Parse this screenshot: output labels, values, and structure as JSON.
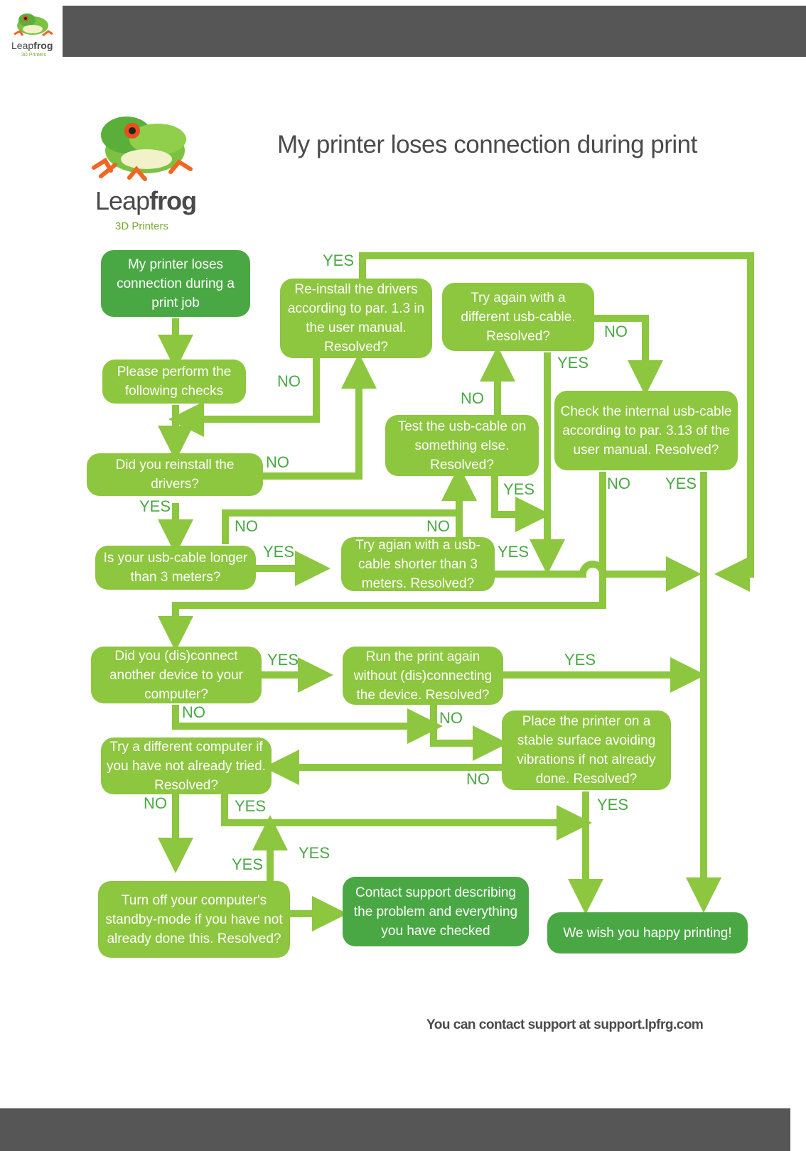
{
  "header": {
    "logo_word_light": "Leap",
    "logo_word_bold": "frog",
    "logo_sub": "3D Printers"
  },
  "logo": {
    "word_light": "Leap",
    "word_bold": "frog",
    "sub": "3D Printers"
  },
  "title": "My printer loses connection during print",
  "colors": {
    "box": "#8dc63f",
    "box_dark": "#4aa844",
    "line": "#8dc63f",
    "bar": "#565656",
    "label": "#4aa844"
  },
  "nodes": {
    "start": "My printer loses connection during a print job",
    "checks": "Please perform the following checks",
    "reinstalled": "Did you reinstall the drivers?",
    "reinstall_drivers": "Re-install the drivers according to par. 1.3 in the user manual. Resolved?",
    "try_cable": "Try again with a different usb-cable. Resolved?",
    "test_cable": "Test the usb-cable on something else. Resolved?",
    "internal_cable": "Check the internal usb-cable according to par. 3.13 of the user manual. Resolved?",
    "cable_long": "Is your usb-cable longer than 3 meters?",
    "shorter_cable": "Try agian with a usb-cable shorter than 3 meters. Resolved?",
    "other_device": "Did you (dis)connect another device to your computer?",
    "run_again": "Run the print again without (dis)connecting the device. Resolved?",
    "stable_surface": "Place the printer on a stable surface avoiding vibrations if not already done. Resolved?",
    "diff_computer": "Try a different computer if you have not already tried. Resolved?",
    "standby": "Turn off your computer's standby-mode if you have not already done this. Resolved?",
    "contact": "Contact support describing the problem and everything you have checked",
    "happy": "We wish you happy printing!"
  },
  "labels": {
    "yes": "YES",
    "no": "NO"
  },
  "footer": "You can contact support at support.lpfrg.com"
}
